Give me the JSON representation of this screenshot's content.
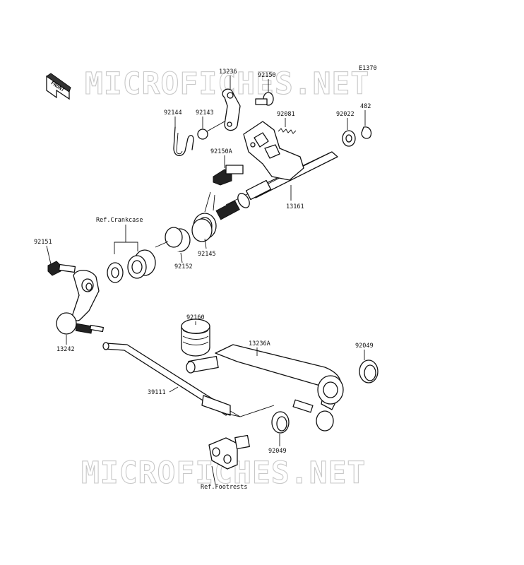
{
  "diagram_id": "E1370",
  "watermark": "MICROFICHES.NET",
  "front_badge": "FRONT",
  "refs": {
    "crankcase": "Ref.Crankcase",
    "footrests": "Ref.Footrests"
  },
  "parts": {
    "p13236": "13236",
    "p92150": "92150",
    "p92144": "92144",
    "p92143": "92143",
    "p92081": "92081",
    "p92022": "92022",
    "p482": "482",
    "p92150A": "92150A",
    "p13161": "13161",
    "p92151": "92151",
    "p92152": "92152",
    "p92145": "92145",
    "p13242": "13242",
    "p92160": "92160",
    "p13236A": "13236A",
    "p92049a": "92049",
    "p39111": "39111",
    "p92049b": "92049"
  }
}
